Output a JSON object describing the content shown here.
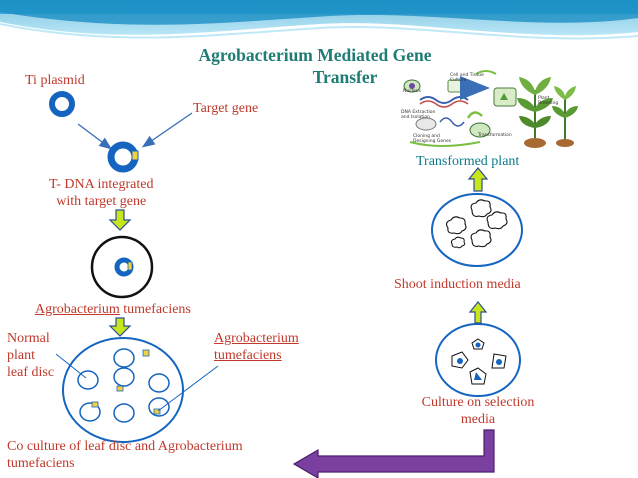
{
  "title": {
    "line1": "Agrobacterium Mediated Gene",
    "line2": "Transfer"
  },
  "labels": {
    "ti_plasmid": "Ti plasmid",
    "target_gene": "Target gene",
    "t_dna_line1": "T- DNA integrated",
    "t_dna_line2": "with target gene",
    "agro_word": "Agrobacterium",
    "agro_tumefaciens": "tumefaciens",
    "normal_line1": "Normal",
    "normal_line2": "plant",
    "normal_line3": "leaf disc",
    "agro2_line1": "Agrobacterium",
    "agro2_line2": "tumefaciens",
    "coculture_line1": "Co culture of leaf disc and Agrobacterium",
    "coculture_line2": "tumefaciens",
    "culture_line1": "Culture on selection",
    "culture_line2": "media",
    "shoot_media": "Shoot induction media",
    "transformed_plant": "Transformed plant"
  },
  "inset_labels": {
    "nucleus": "Nucleus",
    "cell_tissue": "Cell and Tissue Culture",
    "dna_extraction": "DNA Extraction and Isolation",
    "plant_breeding": "Plant Breeding",
    "cloning": "Cloning and Designing Genes",
    "transformation": "Transformation"
  },
  "colors": {
    "title": "#1f7c74",
    "label_red": "#c0392b",
    "label_teal": "#0e7a8a",
    "plasmid_blue": "#1565c0",
    "gene_yellow": "#f4d03f",
    "arrow_purple": "#7b3fa0",
    "arrow_yellow_green": "#c8e61e",
    "header_wave": "#3ab0d8"
  },
  "icons": [
    "ti-plasmid-icon",
    "recombinant-plasmid-icon",
    "agrobacterium-cell-icon",
    "leaf-disc-plate-icon",
    "selection-plate-icon",
    "shoot-induction-plate-icon",
    "yellow-arrow-icon",
    "purple-arrow-icon",
    "plant-transformation-inset-icon"
  ]
}
